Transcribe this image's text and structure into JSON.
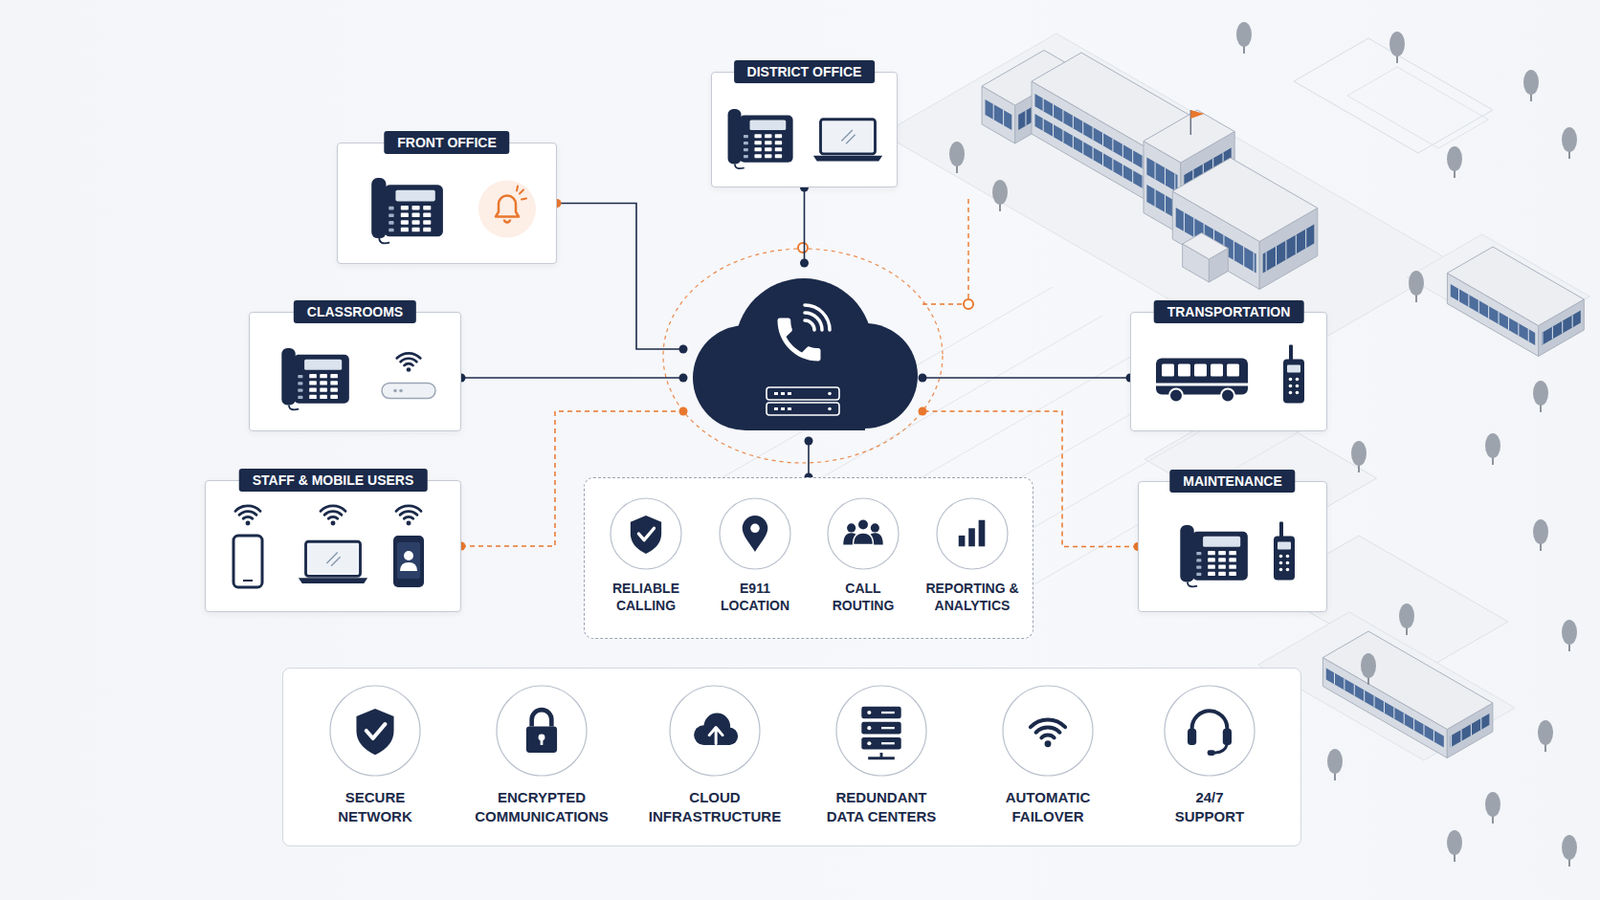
{
  "diagram": {
    "nodes": [
      {
        "text": [
          "DISTRICT OFFICE"
        ]
      },
      {
        "text": [
          "FRONT OFFICE"
        ]
      },
      {
        "text": [
          "CLASSROOMS"
        ]
      },
      {
        "text": [
          "TRANSPORTATION"
        ]
      },
      {
        "text": []
      },
      {
        "text": [
          "STAFF & MOBILE USERS"
        ]
      },
      {
        "text": [
          "MAINTENANCE"
        ]
      },
      {
        "text": []
      },
      {
        "text": [
          "RELIABLE CALLING"
        ],
        "in": 7
      },
      {
        "text": [
          "E911 LOCATION"
        ],
        "in": 7
      },
      {
        "text": [
          "CALL ROUTING"
        ],
        "in": 7
      },
      {
        "text": [
          "REPORTING & ANALYTICS"
        ],
        "in": 7
      },
      {
        "text": []
      },
      {
        "text": [
          "SECURE NETWORK"
        ],
        "in": 12
      },
      {
        "text": [
          "ENCRYPTED COMMUNICATIONS"
        ],
        "in": 12
      },
      {
        "text": [
          "CLOUD INFRASTRUCTURE"
        ],
        "in": 12
      },
      {
        "text": [
          "REDUNDANT DATA CENTERS"
        ],
        "in": 12
      },
      {
        "text": [
          "AUTOMATIC FAILOVER"
        ],
        "in": 12
      },
      {
        "text": [
          "24/7 SUPPORT"
        ],
        "in": 12
      }
    ],
    "edges": [
      {
        "from": 0,
        "to": 4,
        "arrow": "none"
      },
      {
        "from": 1,
        "to": 4,
        "arrow": "none"
      },
      {
        "from": 2,
        "to": 4,
        "arrow": "none"
      },
      {
        "from": 3,
        "to": 4,
        "arrow": "none"
      },
      {
        "from": 5,
        "to": 4,
        "arrow": "none"
      },
      {
        "from": 6,
        "to": 4,
        "arrow": "none"
      },
      {
        "from": 4,
        "to": 7,
        "arrow": "none"
      }
    ]
  }
}
